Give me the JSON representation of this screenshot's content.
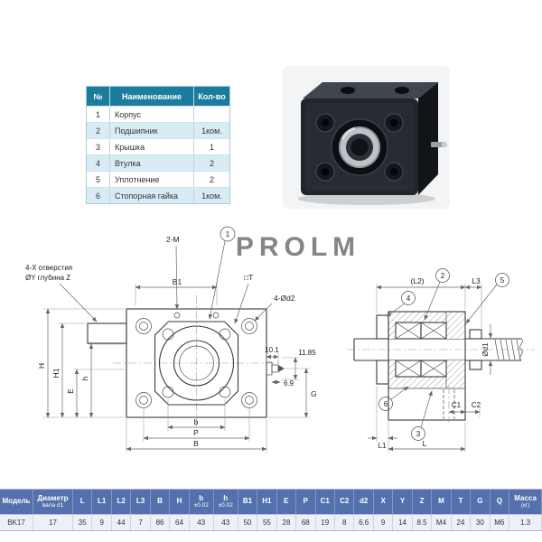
{
  "parts_table": {
    "headers": [
      "№",
      "Наименование",
      "Кол-во"
    ],
    "rows": [
      [
        "1",
        "Корпус",
        ""
      ],
      [
        "2",
        "Подшипник",
        "1ком."
      ],
      [
        "3",
        "Крышка",
        "1"
      ],
      [
        "4",
        "Втулка",
        "2"
      ],
      [
        "5",
        "Уплотнение",
        "2"
      ],
      [
        "6",
        "Стопорная гайка",
        "1ком."
      ]
    ]
  },
  "watermark": "PROLM",
  "drawing": {
    "front": {
      "label_2m": "2-M",
      "label_b1": "B1",
      "label_t": "□T",
      "label_4d2": "4-Ød2",
      "callout_1": "1",
      "dim_10_1": "10.1",
      "dim_11_85": "11.85",
      "dim_6_9": "6.9",
      "label_g": "G",
      "label_h_total": "H",
      "label_h1": "H1",
      "label_e": "E",
      "label_h_small": "h",
      "label_b_small": "b",
      "label_p": "P",
      "label_b_total": "B",
      "note_line1": "4-Х отверстия",
      "note_line2": "ØY глубина Z"
    },
    "side": {
      "label_l2": "(L2)",
      "label_l3": "L3",
      "label_l": "L",
      "label_l1": "L1",
      "label_c1": "C1",
      "label_c2": "C2",
      "label_d1": "Ød1",
      "callout_2": "2",
      "callout_3": "3",
      "callout_4": "4",
      "callout_5": "5",
      "callout_6": "6"
    }
  },
  "spec_table": {
    "headers": [
      {
        "label": "Модель",
        "sub": ""
      },
      {
        "label": "Диаметр",
        "sub": "вала d1"
      },
      {
        "label": "L",
        "sub": ""
      },
      {
        "label": "L1",
        "sub": ""
      },
      {
        "label": "L2",
        "sub": ""
      },
      {
        "label": "L3",
        "sub": ""
      },
      {
        "label": "B",
        "sub": ""
      },
      {
        "label": "H",
        "sub": ""
      },
      {
        "label": "b",
        "sub": "±0.02"
      },
      {
        "label": "h",
        "sub": "±0.02"
      },
      {
        "label": "B1",
        "sub": ""
      },
      {
        "label": "H1",
        "sub": ""
      },
      {
        "label": "E",
        "sub": ""
      },
      {
        "label": "P",
        "sub": ""
      },
      {
        "label": "C1",
        "sub": ""
      },
      {
        "label": "C2",
        "sub": ""
      },
      {
        "label": "d2",
        "sub": ""
      },
      {
        "label": "X",
        "sub": ""
      },
      {
        "label": "Y",
        "sub": ""
      },
      {
        "label": "Z",
        "sub": ""
      },
      {
        "label": "M",
        "sub": ""
      },
      {
        "label": "T",
        "sub": ""
      },
      {
        "label": "G",
        "sub": ""
      },
      {
        "label": "Q",
        "sub": ""
      },
      {
        "label": "Масса",
        "sub": "(кг)"
      }
    ],
    "row": [
      "BK17",
      "17",
      "35",
      "9",
      "44",
      "7",
      "86",
      "64",
      "43",
      "43",
      "50",
      "55",
      "28",
      "68",
      "19",
      "8",
      "6.6",
      "9",
      "14",
      "8.5",
      "M4",
      "24",
      "30",
      "M6",
      "1.3"
    ]
  }
}
